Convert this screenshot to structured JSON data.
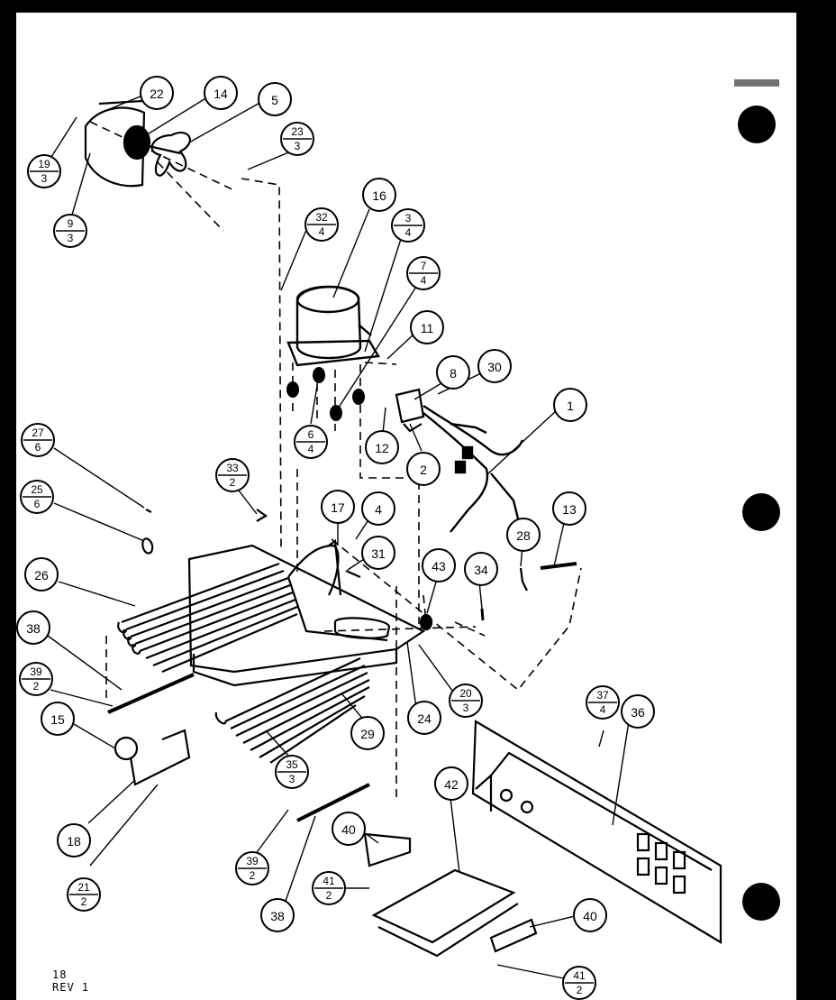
{
  "diagram": {
    "sheet_number": "18",
    "revision": "REV 1",
    "callouts": [
      {
        "id": "c1",
        "num": "1"
      },
      {
        "id": "c2",
        "num": "2"
      },
      {
        "id": "c3-4",
        "num": "3",
        "den": "4"
      },
      {
        "id": "c4",
        "num": "4"
      },
      {
        "id": "c5",
        "num": "5"
      },
      {
        "id": "c6-4",
        "num": "6",
        "den": "4"
      },
      {
        "id": "c7-4",
        "num": "7",
        "den": "4"
      },
      {
        "id": "c8",
        "num": "8"
      },
      {
        "id": "c9-3",
        "num": "9",
        "den": "3"
      },
      {
        "id": "c11",
        "num": "11"
      },
      {
        "id": "c12",
        "num": "12"
      },
      {
        "id": "c13",
        "num": "13"
      },
      {
        "id": "c14",
        "num": "14"
      },
      {
        "id": "c15",
        "num": "15"
      },
      {
        "id": "c16",
        "num": "16"
      },
      {
        "id": "c17",
        "num": "17"
      },
      {
        "id": "c18",
        "num": "18"
      },
      {
        "id": "c19-3",
        "num": "19",
        "den": "3"
      },
      {
        "id": "c20-3",
        "num": "20",
        "den": "3"
      },
      {
        "id": "c21-2",
        "num": "21",
        "den": "2"
      },
      {
        "id": "c22",
        "num": "22"
      },
      {
        "id": "c23-3",
        "num": "23",
        "den": "3"
      },
      {
        "id": "c24",
        "num": "24"
      },
      {
        "id": "c25-6",
        "num": "25",
        "den": "6"
      },
      {
        "id": "c26",
        "num": "26"
      },
      {
        "id": "c27-6",
        "num": "27",
        "den": "6"
      },
      {
        "id": "c28",
        "num": "28"
      },
      {
        "id": "c29",
        "num": "29"
      },
      {
        "id": "c30",
        "num": "30"
      },
      {
        "id": "c31",
        "num": "31"
      },
      {
        "id": "c32-4",
        "num": "32",
        "den": "4"
      },
      {
        "id": "c33-2",
        "num": "33",
        "den": "2"
      },
      {
        "id": "c34",
        "num": "34"
      },
      {
        "id": "c35-3",
        "num": "35",
        "den": "3"
      },
      {
        "id": "c36",
        "num": "36"
      },
      {
        "id": "c37-4",
        "num": "37",
        "den": "4"
      },
      {
        "id": "c38a",
        "num": "38"
      },
      {
        "id": "c38b",
        "num": "38"
      },
      {
        "id": "c39-2a",
        "num": "39",
        "den": "2"
      },
      {
        "id": "c39-2b",
        "num": "39",
        "den": "2"
      },
      {
        "id": "c40a",
        "num": "40"
      },
      {
        "id": "c40b",
        "num": "40"
      },
      {
        "id": "c41-2a",
        "num": "41",
        "den": "2"
      },
      {
        "id": "c41-2b",
        "num": "41",
        "den": "2"
      },
      {
        "id": "c42",
        "num": "42"
      },
      {
        "id": "c43",
        "num": "43"
      }
    ]
  }
}
